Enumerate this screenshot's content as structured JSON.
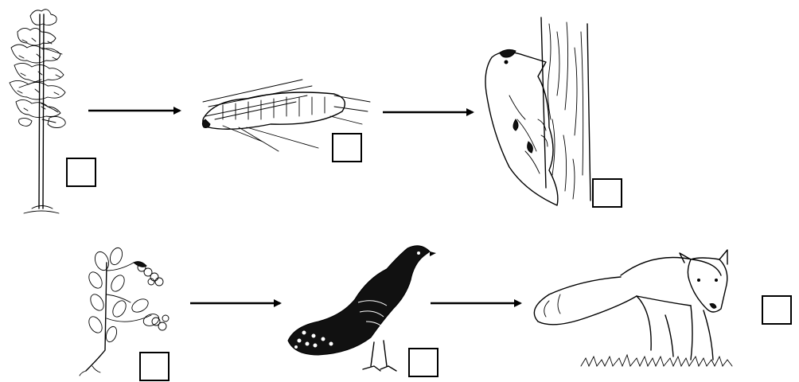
{
  "diagram": {
    "type": "food-chains",
    "colors": {
      "ink": "#000000",
      "background": "#ffffff"
    },
    "chains": [
      {
        "id": "chain-1",
        "organisms": [
          {
            "id": "pine-tree",
            "icon": "pine-tree-icon"
          },
          {
            "id": "caterpillar",
            "icon": "caterpillar-on-pine-icon"
          },
          {
            "id": "woodpecker",
            "icon": "woodpecker-icon"
          }
        ]
      },
      {
        "id": "chain-2",
        "organisms": [
          {
            "id": "lingonberry",
            "icon": "lingonberry-plant-icon"
          },
          {
            "id": "capercaillie",
            "icon": "capercaillie-icon"
          },
          {
            "id": "fox",
            "icon": "fox-icon"
          }
        ]
      }
    ],
    "answer_boxes": [
      "",
      "",
      "",
      "",
      "",
      ""
    ]
  }
}
